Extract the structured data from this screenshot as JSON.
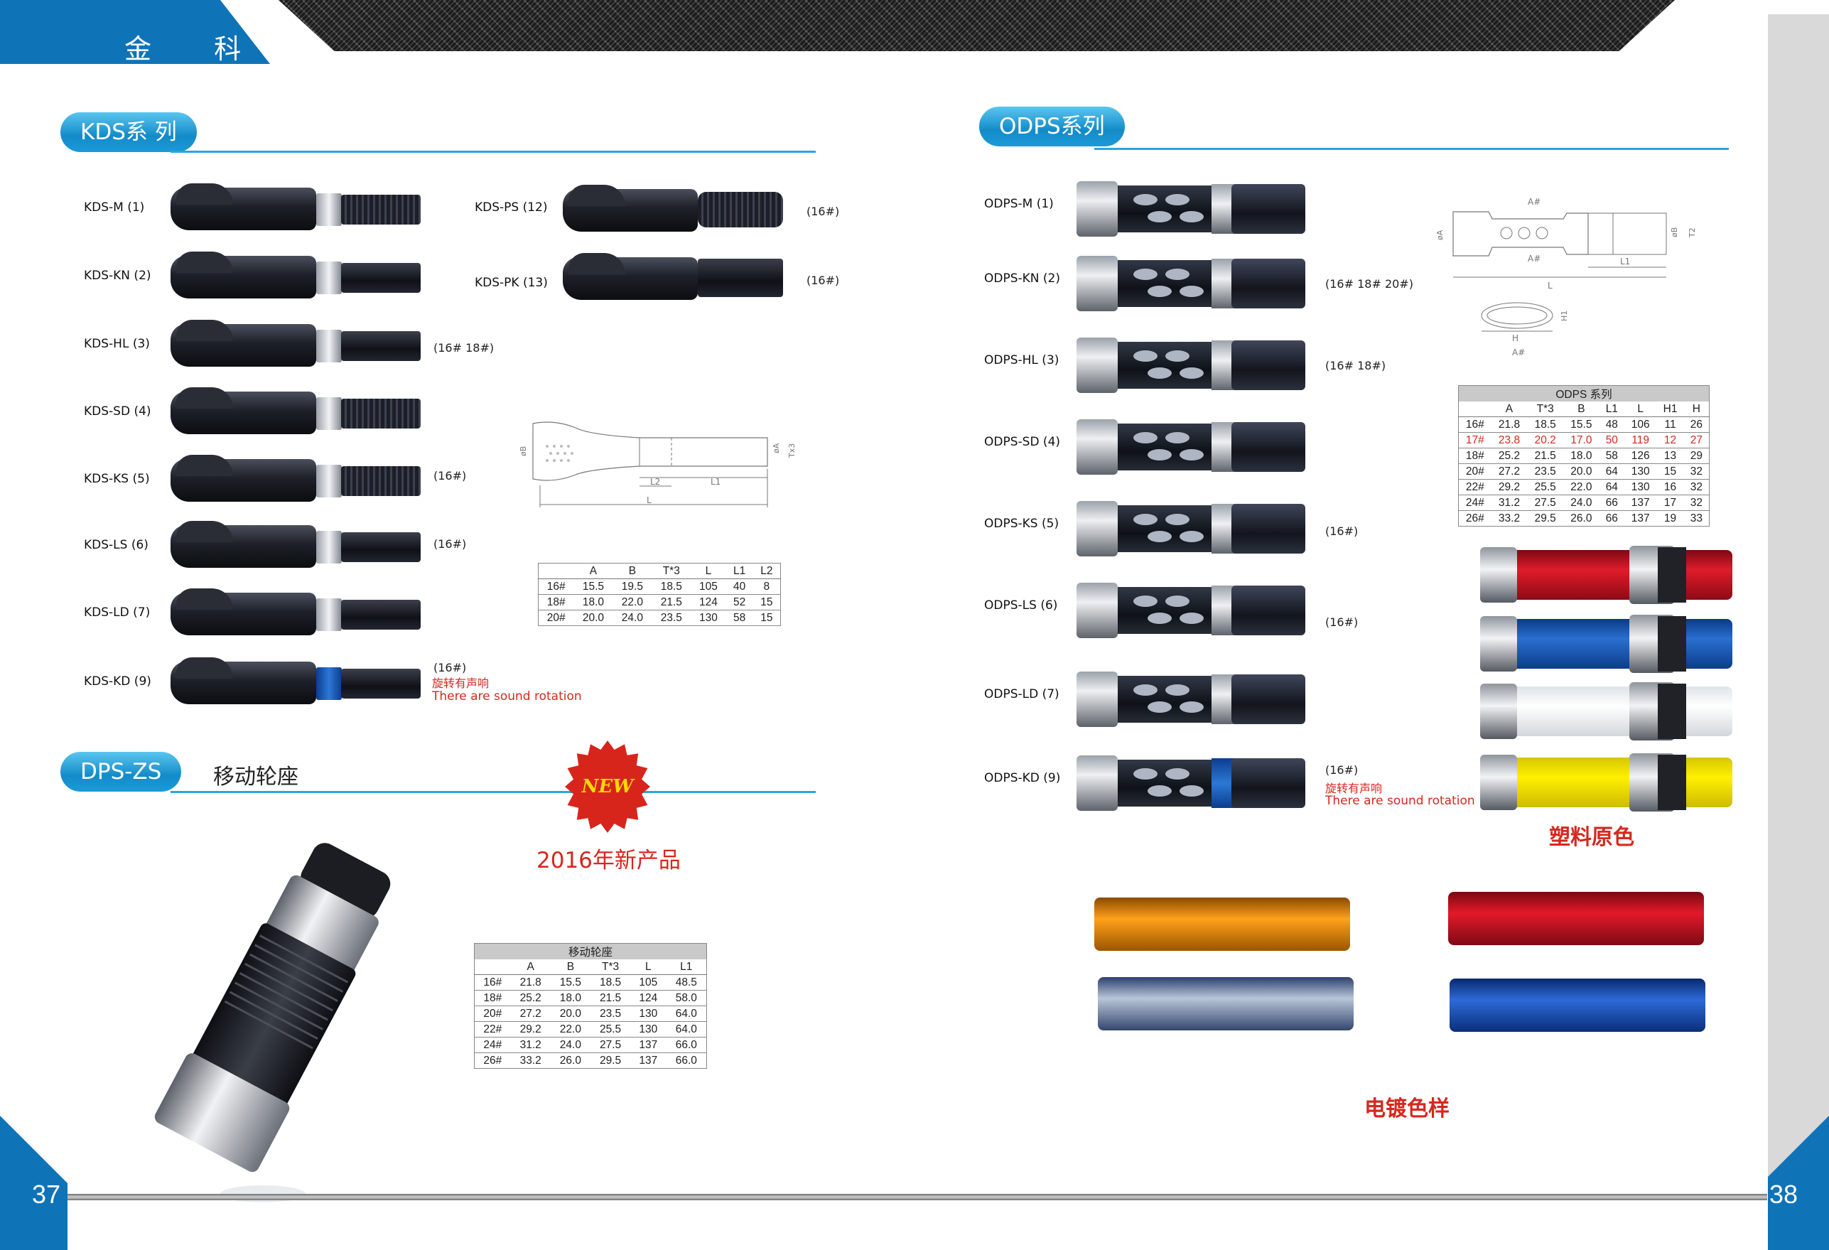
{
  "header": {
    "brand": "金 科"
  },
  "pages": {
    "left": "37",
    "right": "38"
  },
  "kds": {
    "title": "KDS系 列",
    "items": [
      {
        "label": "KDS-M (1)",
        "note": ""
      },
      {
        "label": "KDS-KN (2)",
        "note": ""
      },
      {
        "label": "KDS-HL (3)",
        "note": "(16# 18#)"
      },
      {
        "label": "KDS-SD (4)",
        "note": ""
      },
      {
        "label": "KDS-KS (5)",
        "note": "(16#)"
      },
      {
        "label": "KDS-LS (6)",
        "note": "(16#)"
      },
      {
        "label": "KDS-LD (7)",
        "note": ""
      },
      {
        "label": "KDS-KD (9)",
        "note": "(16#)"
      }
    ],
    "extra": [
      {
        "label": "KDS-PS (12)",
        "note": "(16#)"
      },
      {
        "label": "KDS-PK (13)",
        "note": "(16#)"
      }
    ],
    "sound_cn": "旋转有声响",
    "sound_en": "There are sound rotation",
    "table": {
      "columns": [
        "",
        "A",
        "B",
        "T*3",
        "L",
        "L1",
        "L2"
      ],
      "rows": [
        [
          "16#",
          "15.5",
          "19.5",
          "18.5",
          "105",
          "40",
          "8"
        ],
        [
          "18#",
          "18.0",
          "22.0",
          "21.5",
          "124",
          "52",
          "15"
        ],
        [
          "20#",
          "20.0",
          "24.0",
          "23.5",
          "130",
          "58",
          "15"
        ]
      ]
    },
    "drawing_labels": {
      "b": "øB",
      "a": "øA",
      "t": "Tx3",
      "l2": "L2",
      "l1": "L1",
      "l": "L"
    }
  },
  "dps": {
    "title": "DPS-ZS",
    "subtitle": "移动轮座",
    "new_badge": "NEW",
    "new_product": "2016年新产品",
    "table": {
      "heading": "移动轮座",
      "columns": [
        "",
        "A",
        "B",
        "T*3",
        "L",
        "L1"
      ],
      "rows": [
        [
          "16#",
          "21.8",
          "15.5",
          "18.5",
          "105",
          "48.5"
        ],
        [
          "18#",
          "25.2",
          "18.0",
          "21.5",
          "124",
          "58.0"
        ],
        [
          "20#",
          "27.2",
          "20.0",
          "23.5",
          "130",
          "64.0"
        ],
        [
          "22#",
          "29.2",
          "22.0",
          "25.5",
          "130",
          "64.0"
        ],
        [
          "24#",
          "31.2",
          "24.0",
          "27.5",
          "137",
          "66.0"
        ],
        [
          "26#",
          "33.2",
          "26.0",
          "29.5",
          "137",
          "66.0"
        ]
      ]
    }
  },
  "odps": {
    "title": "ODPS系列",
    "items": [
      {
        "label": "ODPS-M (1)",
        "note": ""
      },
      {
        "label": "ODPS-KN (2)",
        "note": "(16# 18# 20#)"
      },
      {
        "label": "ODPS-HL (3)",
        "note": "(16# 18#)"
      },
      {
        "label": "ODPS-SD (4)",
        "note": ""
      },
      {
        "label": "ODPS-KS (5)",
        "note": "(16#)"
      },
      {
        "label": "ODPS-LS (6)",
        "note": "(16#)"
      },
      {
        "label": "ODPS-LD (7)",
        "note": ""
      },
      {
        "label": "ODPS-KD (9)",
        "note": "(16#)"
      }
    ],
    "sound_cn": "旋转有声响",
    "sound_en": "There are sound rotation",
    "table": {
      "heading": "ODPS 系列",
      "columns": [
        "",
        "A",
        "T*3",
        "B",
        "L1",
        "L",
        "H1",
        "H"
      ],
      "rows": [
        [
          "16#",
          "21.8",
          "18.5",
          "15.5",
          "48",
          "106",
          "11",
          "26"
        ],
        [
          "17#",
          "23.8",
          "20.2",
          "17.0",
          "50",
          "119",
          "12",
          "27"
        ],
        [
          "18#",
          "25.2",
          "21.5",
          "18.0",
          "58",
          "126",
          "13",
          "29"
        ],
        [
          "20#",
          "27.2",
          "23.5",
          "20.0",
          "64",
          "130",
          "15",
          "32"
        ],
        [
          "22#",
          "29.2",
          "25.5",
          "22.0",
          "64",
          "130",
          "16",
          "32"
        ],
        [
          "24#",
          "31.2",
          "27.5",
          "24.0",
          "66",
          "137",
          "17",
          "32"
        ],
        [
          "26#",
          "33.2",
          "29.5",
          "26.0",
          "66",
          "137",
          "19",
          "33"
        ]
      ],
      "highlight_row": "17#"
    },
    "drawing_labels": {
      "a_top": "A#",
      "a_mid": "A#",
      "a": "øA",
      "b": "øB",
      "t2": "T2",
      "l1": "L1",
      "l": "L",
      "h1": "H1",
      "h": "H",
      "a_bot": "A#"
    },
    "plastic_caption": "塑料原色",
    "plating_caption": "电镀色样"
  },
  "colors": {
    "brand_blue": "#0f73b8",
    "accent_red": "#d6281f",
    "line_blue": "#2aa6de"
  }
}
